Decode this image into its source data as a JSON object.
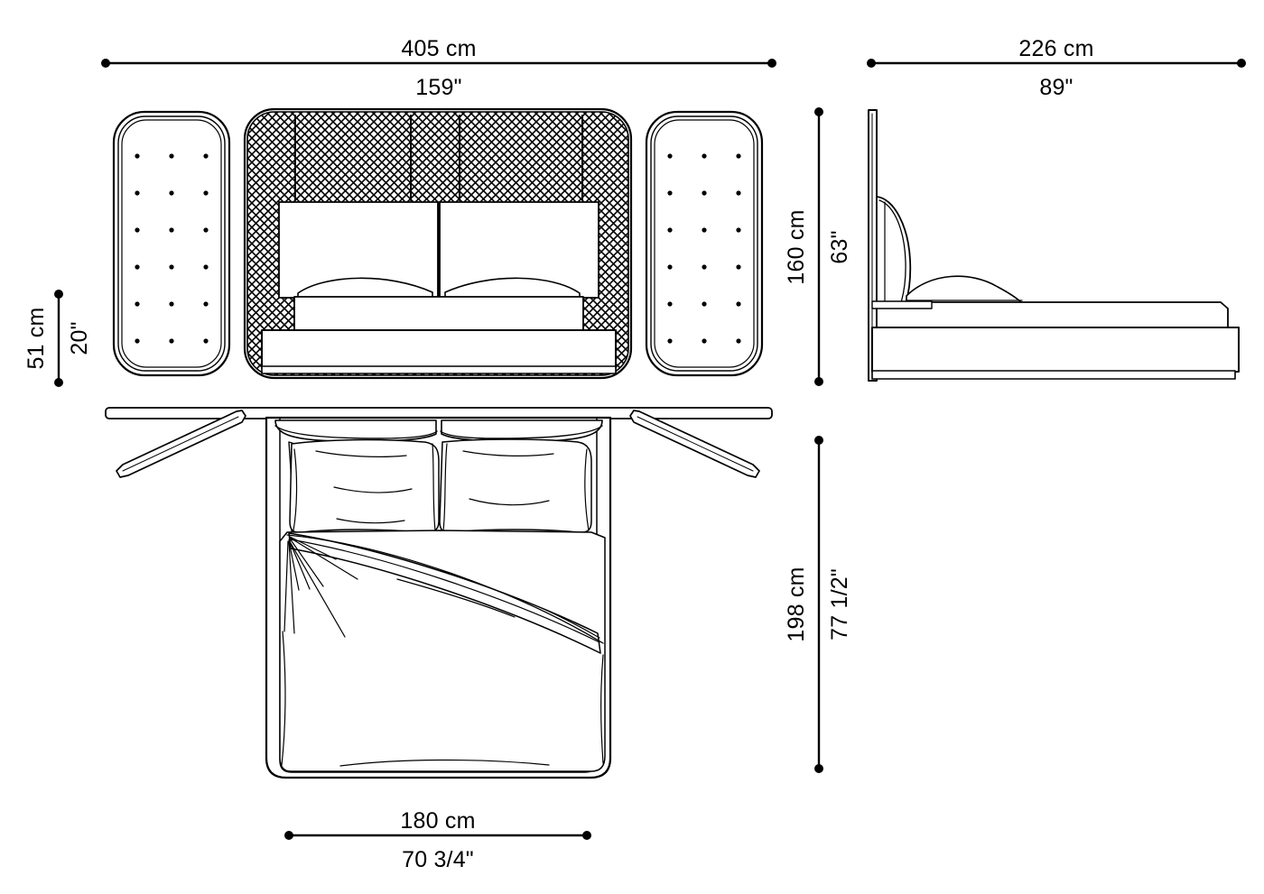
{
  "drawing": {
    "title": "Bed dimensional drawing",
    "line_color": "#000000",
    "fill_color": "#ffffff",
    "background": "#ffffff"
  },
  "dimensions": {
    "overall_width": {
      "cm": "405 cm",
      "inch": "159\"",
      "orientation": "horizontal",
      "view": "front-elevation"
    },
    "side_depth": {
      "cm": "226 cm",
      "inch": "89\"",
      "orientation": "horizontal",
      "view": "side-elevation"
    },
    "overall_height": {
      "cm": "160 cm",
      "inch": "63\"",
      "orientation": "vertical",
      "view": "side-elevation"
    },
    "plan_length": {
      "cm": "198 cm",
      "inch": "77 1/2\"",
      "orientation": "vertical",
      "view": "plan"
    },
    "panel_height": {
      "cm": "51 cm",
      "inch": "20\"",
      "orientation": "vertical",
      "view": "front-elevation"
    },
    "mattress_width": {
      "cm": "180 cm",
      "inch": "70 3/4\"",
      "orientation": "horizontal",
      "view": "plan"
    }
  },
  "views": {
    "front_elevation": {
      "name": "Front elevation",
      "left_panel": {
        "name": "Left side panel",
        "dot_columns": 3,
        "dot_rows": 6
      },
      "right_panel": {
        "name": "Right side panel",
        "dot_columns": 3,
        "dot_rows": 6
      },
      "headboard": {
        "name": "Quilted headboard",
        "pattern": "diamond-cross-hatch",
        "seam_count": 4
      },
      "pillows": 2,
      "mattress": {
        "name": "Mattress"
      },
      "base": {
        "name": "Bed base with plinth"
      }
    },
    "side_elevation": {
      "name": "Side elevation",
      "back_panel": {
        "name": "Vertical back panel"
      },
      "cushion": {
        "name": "Curved back cushion"
      },
      "pillow": {
        "name": "Pillow"
      },
      "mattress": {
        "name": "Mattress"
      },
      "base": {
        "name": "Bed base with plinth"
      }
    },
    "plan": {
      "name": "Plan view",
      "headboard_bar": {
        "name": "Headboard bar"
      },
      "left_wing": {
        "name": "Left angled panel"
      },
      "right_wing": {
        "name": "Right angled panel"
      },
      "pillows": 2,
      "duvet": {
        "name": "Duvet with turned-back fold"
      }
    }
  }
}
